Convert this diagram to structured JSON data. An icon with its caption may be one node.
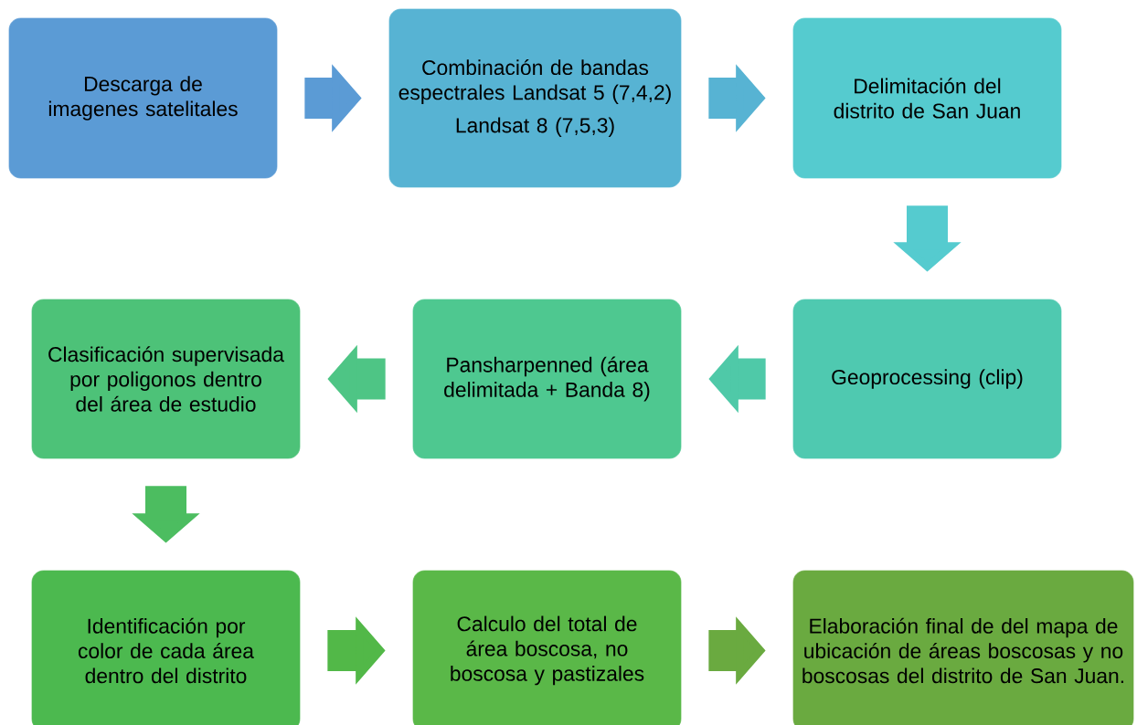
{
  "diagram": {
    "nodes": [
      {
        "text": [
          "Descarga de imagenes satelitales"
        ]
      },
      {
        "text": [
          "Combinación de bandas espectrales Landsat 5 (7,4,2)",
          "Landsat 8 (7,5,3)"
        ]
      },
      {
        "text": [
          "Delimitación del distrito de San Juan"
        ]
      },
      {
        "text": [
          "Geoprocessing (clip)"
        ]
      },
      {
        "text": [
          "Pansharpenned (área delimitada + Banda 8)"
        ]
      },
      {
        "text": [
          "Clasificación supervisada por poligonos dentro del área de estudio"
        ]
      },
      {
        "text": [
          "Identificación por color de cada área dentro del distrito"
        ]
      },
      {
        "text": [
          "Calculo del total de área boscosa, no boscosa y pastizales"
        ]
      },
      {
        "text": [
          "Elaboración final de del mapa de ubicación de áreas boscosas y no boscosas del distrito de San Juan."
        ]
      }
    ],
    "edges": [
      {
        "from": 0,
        "to": 1,
        "arrow": "to",
        "color": "#5b9bd5"
      },
      {
        "from": 1,
        "to": 2,
        "arrow": "to",
        "color": "#57b3d3"
      },
      {
        "from": 2,
        "to": 3,
        "arrow": "to",
        "color": "#55cbcf"
      },
      {
        "from": 3,
        "to": 4,
        "arrow": "to",
        "color": "#4fc9a8"
      },
      {
        "from": 4,
        "to": 5,
        "arrow": "to",
        "color": "#4ec585"
      },
      {
        "from": 5,
        "to": 6,
        "arrow": "to",
        "color": "#4cbd60"
      },
      {
        "from": 6,
        "to": 7,
        "arrow": "to",
        "color": "#52b848"
      },
      {
        "from": 7,
        "to": 8,
        "arrow": "to",
        "color": "#6aaa40"
      }
    ]
  }
}
